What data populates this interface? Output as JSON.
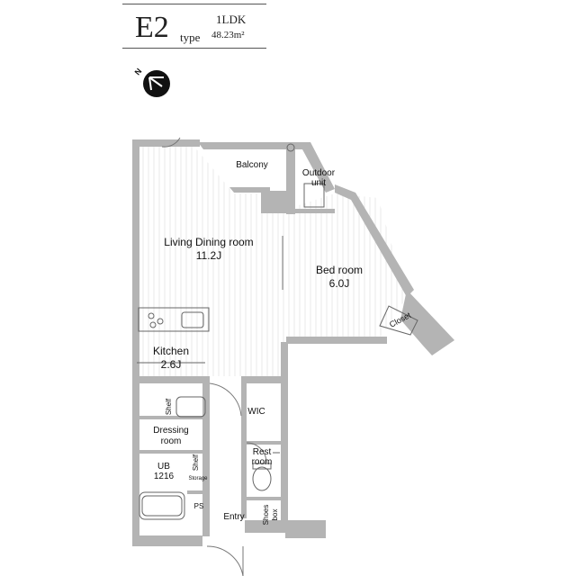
{
  "header": {
    "plan_type": "E2",
    "type_word": "type",
    "layout": "1LDK",
    "area": "48.23m²"
  },
  "compass": {
    "icon": "north-compass-icon",
    "letter": "N"
  },
  "rooms": {
    "balcony": "Balcony",
    "outdoor_unit_1": "Outdoor",
    "outdoor_unit_2": "unit",
    "ldk_name": "Living Dining room",
    "ldk_size": "11.2J",
    "bedroom_name": "Bed room",
    "bedroom_size": "6.0J",
    "closet": "Closet",
    "kitchen_name": "Kitchen",
    "kitchen_size": "2.6J",
    "shelf_1": "Shelf",
    "wic": "WIC",
    "dressing_1": "Dressing",
    "dressing_2": "room",
    "rest_1": "Rest",
    "rest_2": "room",
    "ub_1": "UB",
    "ub_2": "1216",
    "shelf_2": "Shelf",
    "storage": "Storage",
    "ps": "PS",
    "entry": "Entry",
    "shoes_1": "Shoes",
    "shoes_2": "box"
  },
  "colors": {
    "wall": "#b4b4b4",
    "floor_line": "#d9d9d9",
    "text": "#111111"
  }
}
